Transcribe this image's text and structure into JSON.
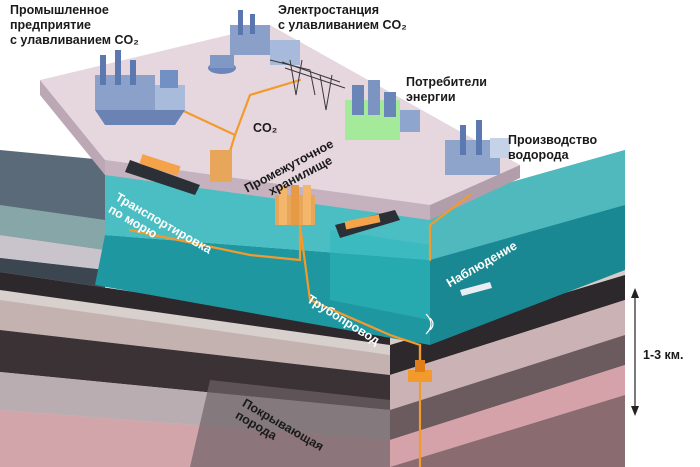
{
  "labels": {
    "industrial": [
      "Промышленное",
      "предприятие",
      "с улавливанием CO₂"
    ],
    "power_plant": [
      "Электростанция",
      "с улавливанием CO₂"
    ],
    "consumers": [
      "Потребители",
      "энергии"
    ],
    "hydrogen": [
      "Производство",
      "водорода"
    ],
    "co2": "CO₂",
    "storage": [
      "Промежуточное",
      "хранилище"
    ],
    "sea_transport": [
      "Транспортировка",
      "по морю"
    ],
    "monitoring": "Наблюдение",
    "pipeline": "Трубопровод",
    "cap_rock": [
      "Покрывающая",
      "порода"
    ],
    "depth": "1-3 км."
  },
  "colors": {
    "surface": "#e8d8e0",
    "water": "#2aa9b0",
    "water_front": "#1b8d98",
    "pipeline": "#f39a2c",
    "strata_dark": "#3f3a40",
    "strata_light": "#cfc8c6",
    "strata_pink": "#c98b93"
  }
}
